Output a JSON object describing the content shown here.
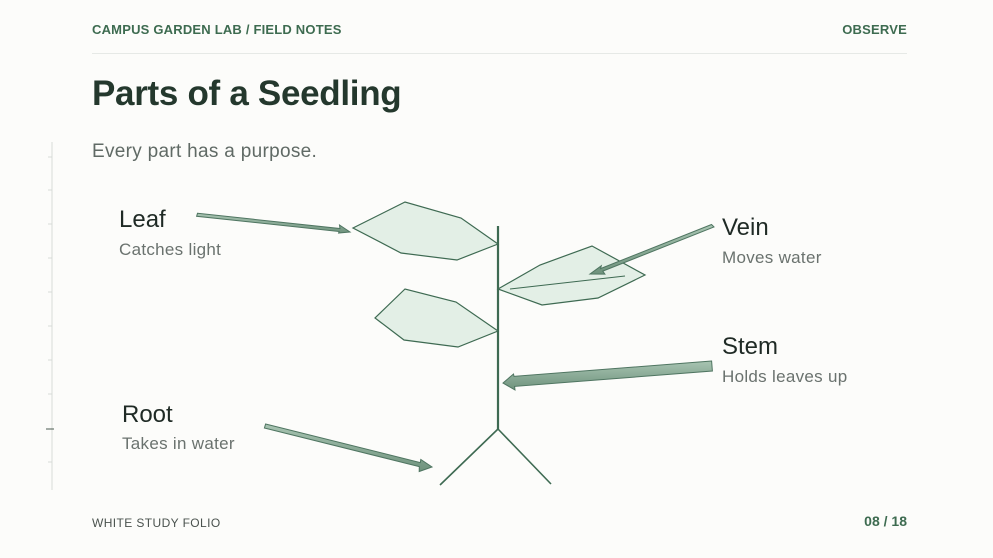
{
  "header": {
    "left": "CAMPUS GARDEN LAB / FIELD NOTES",
    "right": "OBSERVE"
  },
  "title": "Parts of a Seedling",
  "subtitle": "Every part has a purpose.",
  "labels": {
    "leaf": {
      "name": "Leaf",
      "desc": "Catches light"
    },
    "vein": {
      "name": "Vein",
      "desc": "Moves water"
    },
    "stem": {
      "name": "Stem",
      "desc": "Holds leaves up"
    },
    "root": {
      "name": "Root",
      "desc": "Takes in water"
    }
  },
  "footer": {
    "left": "WHITE STUDY FOLIO",
    "page": "08 / 18"
  },
  "colors": {
    "accent": "#3d6b50",
    "leaf_fill": "#e3efe6",
    "outline": "#3e6a52",
    "arrow_fill": "#8faf9c"
  }
}
